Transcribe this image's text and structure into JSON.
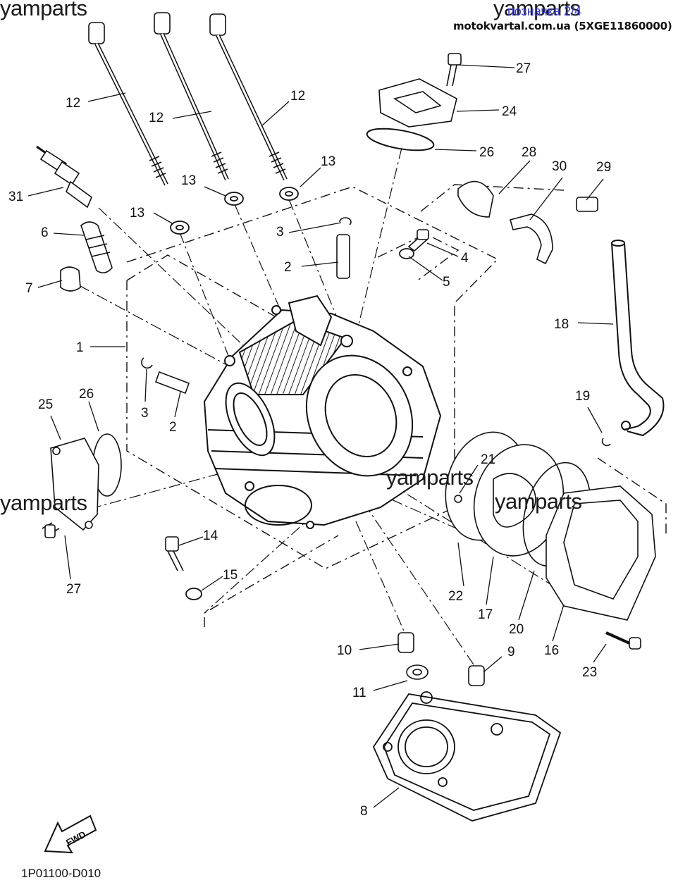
{
  "watermarks": {
    "top_left": "yamparts",
    "top_right": "yamparts",
    "middle": "yamparts",
    "middle_right": "yamparts",
    "middle_left": "yamparts"
  },
  "header": {
    "badge": "позначка 2/4",
    "source": "motokvartal.com.ua (5XGE11860000)"
  },
  "diagram_code": "1P01100-D010",
  "fwd_label": "FWD",
  "callouts": {
    "c27a": "27",
    "c24": "24",
    "c26a": "26",
    "c28": "28",
    "c30": "30",
    "c29": "29",
    "c12a": "12",
    "c12b": "12",
    "c12c": "12",
    "c13a": "13",
    "c13b": "13",
    "c13c": "13",
    "c31": "31",
    "c6": "6",
    "c7": "7",
    "c3a": "3",
    "c4": "4",
    "c2a": "2",
    "c5": "5",
    "c18": "18",
    "c1": "1",
    "c25": "25",
    "c26b": "26",
    "c3b": "3",
    "c2b": "2",
    "c19": "19",
    "c21": "21",
    "c27b": "27",
    "c14": "14",
    "c15": "15",
    "c22": "22",
    "c17": "17",
    "c20": "20",
    "c16": "16",
    "c10": "10",
    "c9": "9",
    "c23": "23",
    "c11": "11",
    "c8": "8"
  }
}
